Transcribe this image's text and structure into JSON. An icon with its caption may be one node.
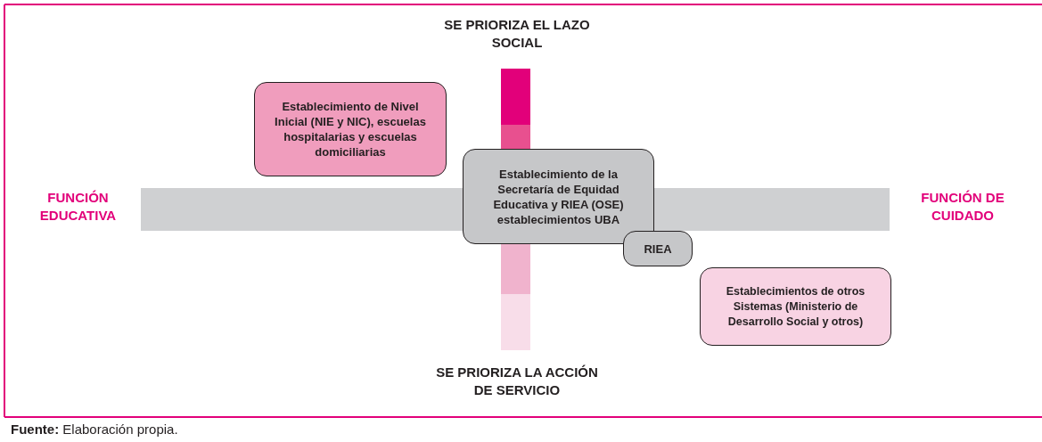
{
  "diagram": {
    "caption": "**Fuente:** Elaboración propia.",
    "nodes": [
      {
        "text": [
          "Establecimiento de Nivel Inicial (NIE y NIC), escuelas hospitalarias y escuelas domiciliarias"
        ]
      },
      {
        "text": [
          "Establecimiento de la Secretaría de Equidad Educativa y RIEA (OSE) establecimientos UBA"
        ]
      },
      {
        "text": [
          "RIEA"
        ]
      },
      {
        "text": [
          "Establecimientos de otros Sistemas (Ministerio de Desarrollo Social y otros)"
        ]
      }
    ],
    "labels": [
      "SE PRIORIZA EL LAZO SOCIAL",
      "FUNCIÓN EDUCATIVA",
      "FUNCIÓN DE CUIDADO",
      "SE PRIORIZA LA ACCIÓN DE SERVICIO"
    ]
  }
}
